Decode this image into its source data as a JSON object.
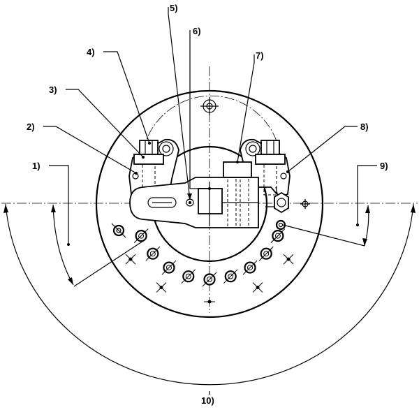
{
  "callouts": [
    {
      "id": "1",
      "label": "1)"
    },
    {
      "id": "2",
      "label": "2)"
    },
    {
      "id": "3",
      "label": "3)"
    },
    {
      "id": "4",
      "label": "4)"
    },
    {
      "id": "5",
      "label": "5)"
    },
    {
      "id": "6",
      "label": "6)"
    },
    {
      "id": "7",
      "label": "7)"
    },
    {
      "id": "8",
      "label": "8)"
    },
    {
      "id": "9",
      "label": "9)"
    },
    {
      "id": "10",
      "label": "10)"
    }
  ]
}
